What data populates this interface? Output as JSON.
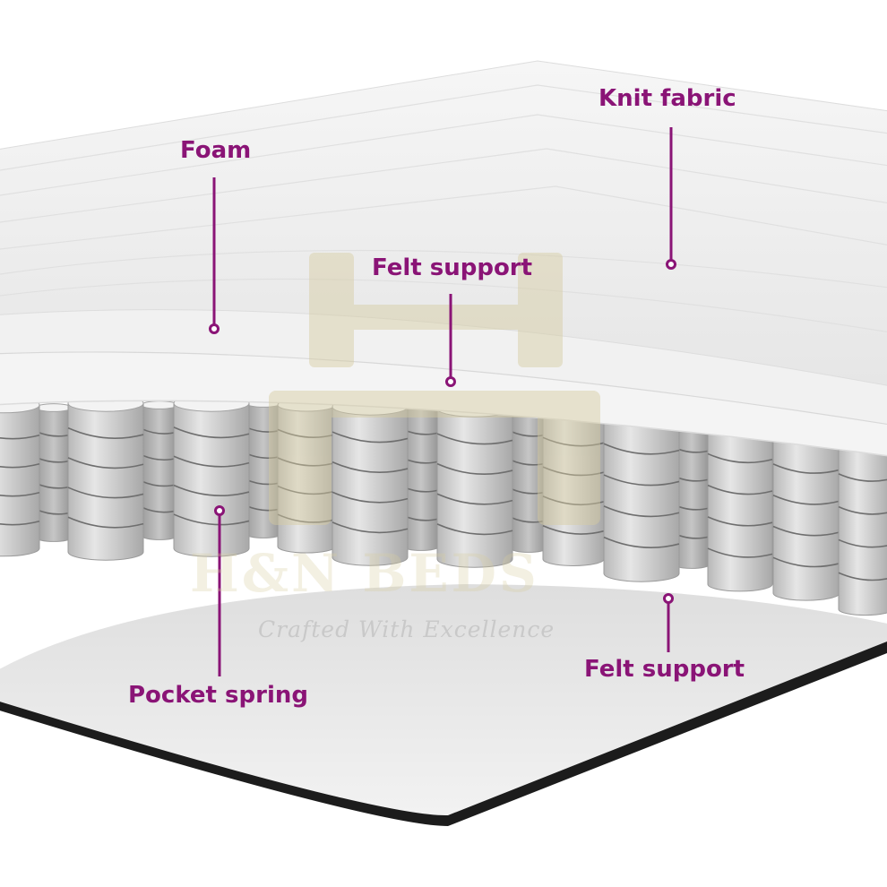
{
  "colors": {
    "label": "#8a1476",
    "leader": "#8a1476",
    "spring": "#d3d3d3",
    "spring_wire": "#6e6e6e",
    "watermark": "#d6cca0",
    "base_edge": "#1c1c1c"
  },
  "labels": {
    "knit_fabric": "Knit fabric",
    "foam": "Foam",
    "felt_support_top": "Felt support",
    "pocket_spring": "Pocket spring",
    "felt_support_bottom": "Felt support"
  },
  "watermark": {
    "brand": "H&N BEDS",
    "tagline": "Crafted With Excellence"
  },
  "icons": {
    "watermark_logo": "hn-logo-icon"
  }
}
